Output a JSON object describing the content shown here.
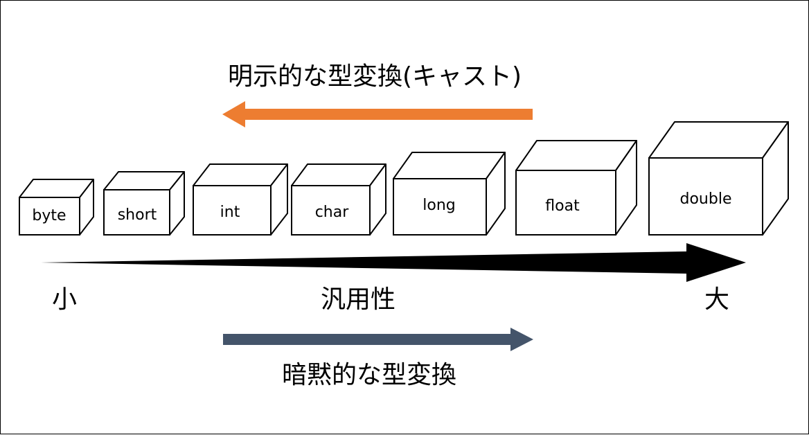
{
  "explicit_conversion": {
    "label": "明示的な型変換(キャスト)",
    "arrow_color": "#ED7D31",
    "arrow_direction": "left"
  },
  "implicit_conversion": {
    "label": "暗黙的な型変換",
    "arrow_color": "#44546A",
    "arrow_direction": "right"
  },
  "generality_axis": {
    "label": "汎用性",
    "min_label": "小",
    "max_label": "大",
    "arrow_color": "#000000"
  },
  "types": [
    {
      "name": "byte"
    },
    {
      "name": "short"
    },
    {
      "name": "int"
    },
    {
      "name": "char"
    },
    {
      "name": "long"
    },
    {
      "name": "float"
    },
    {
      "name": "double"
    }
  ]
}
